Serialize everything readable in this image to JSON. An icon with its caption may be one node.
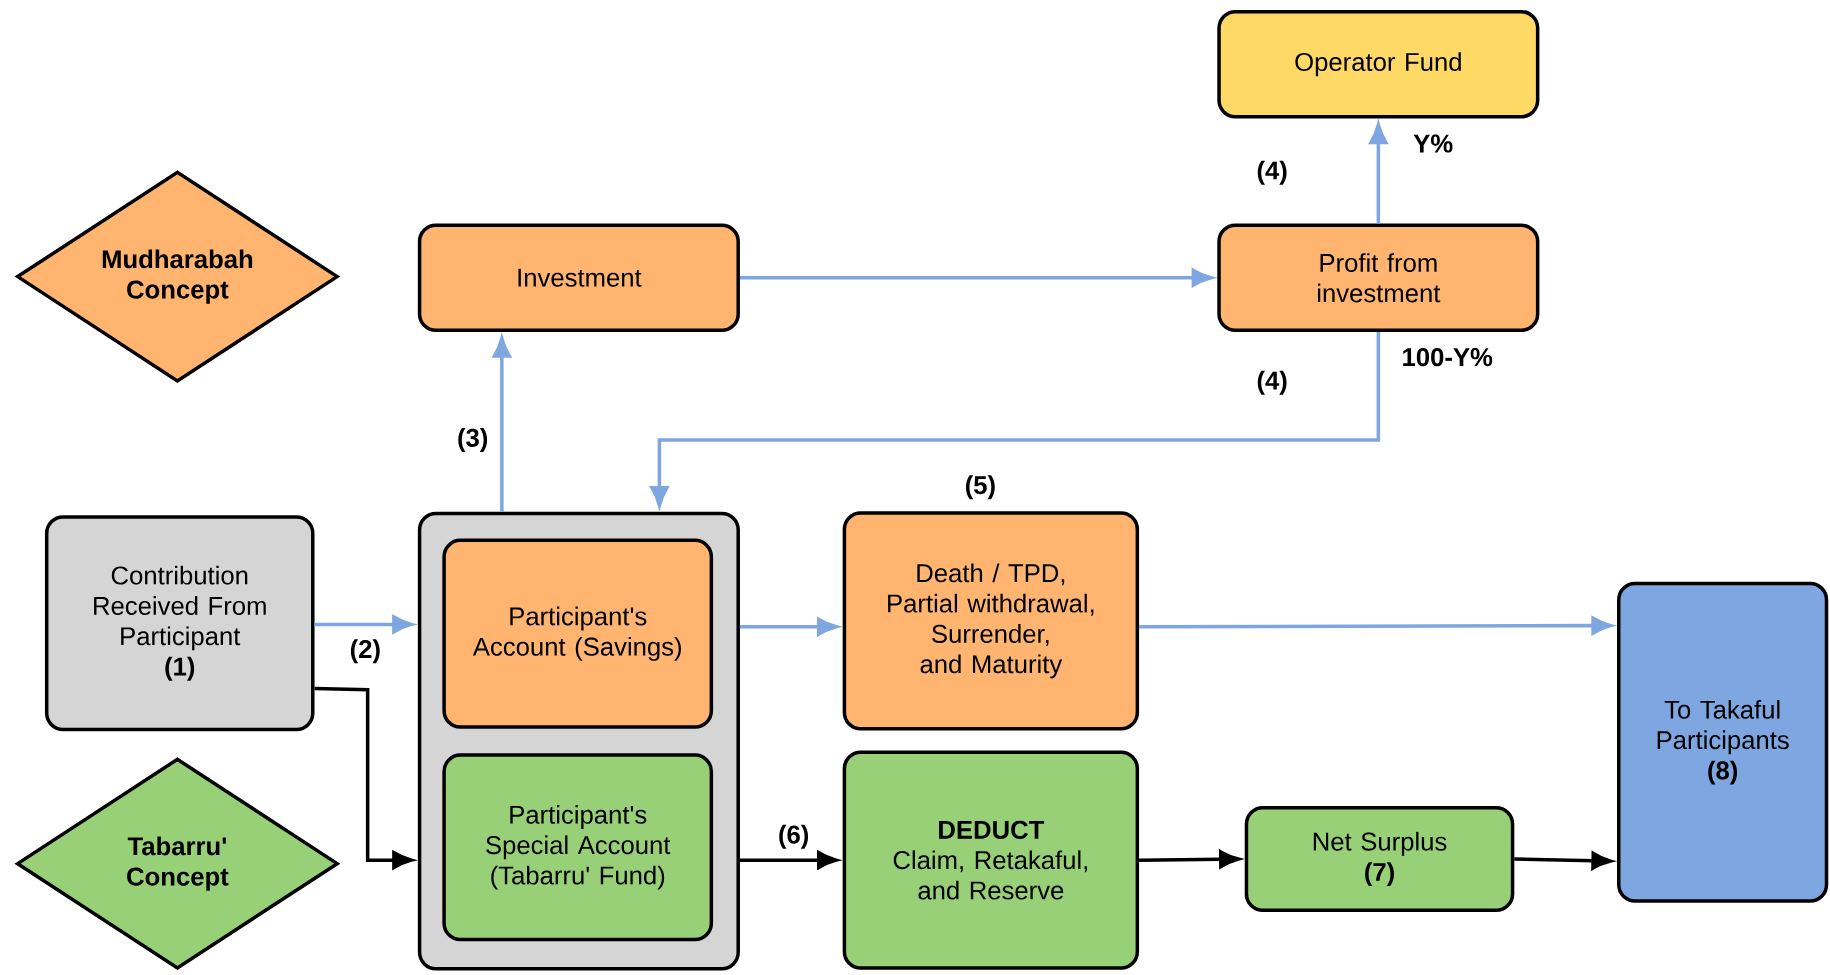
{
  "diagram": {
    "nodes": [
      {
        "text": [
          "Mudharabah Concept"
        ]
      },
      {
        "text": [
          "Tabarru' Concept"
        ]
      },
      {
        "text": [
          "Operator Fund"
        ]
      },
      {
        "text": [
          "Investment"
        ]
      },
      {
        "text": [
          "Profit from investment"
        ]
      },
      {
        "text": [
          "Contribution Received From Participant",
          "(1)"
        ]
      },
      {
        "text": [],
        "shape": "box"
      },
      {
        "text": [
          "Participant's Account (Savings)"
        ],
        "in": 6
      },
      {
        "text": [
          "Participant's Special Account (Tabarru' Fund)"
        ],
        "in": 6
      },
      {
        "text": [
          "Death / TPD, Partial withdrawal, Surrender, and Maturity"
        ],
        "beside": [
          "(5)"
        ]
      },
      {
        "text": [
          "DEDUCT",
          "Claim, Retakaful, and Reserve"
        ]
      },
      {
        "text": [
          "Net Surplus",
          "(7)"
        ]
      },
      {
        "text": [
          "To Takaful Participants",
          "(8)"
        ]
      }
    ],
    "edges": [
      {
        "from": 3,
        "to": 4,
        "arrow": "to"
      },
      {
        "from": 4,
        "to": 2,
        "arrow": "to",
        "label": "Y%"
      },
      {
        "from": 4,
        "to": 6,
        "arrow": "to",
        "label": "100-Y%"
      },
      {
        "from": 6,
        "to": 3,
        "arrow": "to",
        "label": "(3)"
      },
      {
        "from": 5,
        "to": 6,
        "arrow": "to",
        "label": "(2)"
      },
      {
        "from": 5,
        "to": 6,
        "arrow": "to",
        "color": "#000000"
      },
      {
        "from": 7,
        "to": 9,
        "arrow": "to"
      },
      {
        "from": 8,
        "to": 10,
        "arrow": "to",
        "label": "(6)",
        "color": "#000000"
      },
      {
        "from": 9,
        "to": 12,
        "arrow": "to"
      },
      {
        "from": 10,
        "to": 11,
        "arrow": "to",
        "color": "#000000"
      },
      {
        "from": 11,
        "to": 12,
        "arrow": "to",
        "color": "#000000"
      }
    ],
    "labels": [
      "(4)",
      "(4)"
    ]
  }
}
